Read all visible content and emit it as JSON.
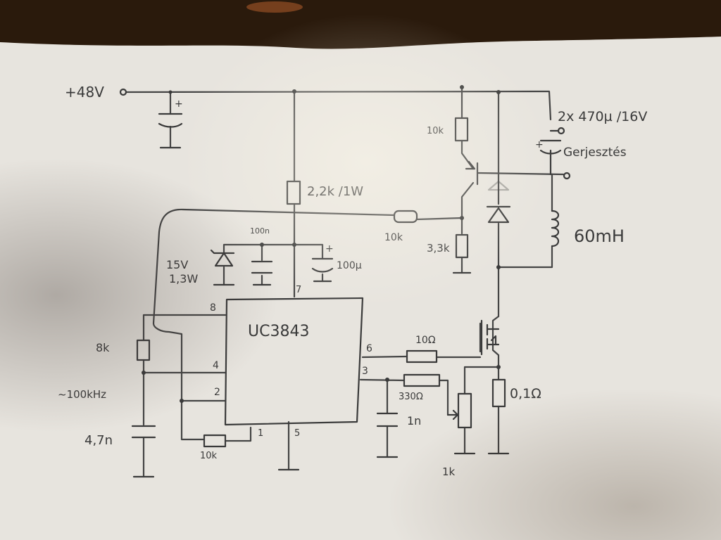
{
  "supply": {
    "label": "+48V"
  },
  "caps": {
    "label_2x470": "2x 470µ /16V",
    "label_100n": "100n",
    "label_100u": "100µ",
    "label_1n": "1n",
    "label_4n7": "4,7n"
  },
  "outputs": {
    "label_excitation": "Gerjesztés"
  },
  "inductor": {
    "label": "60mH"
  },
  "resistors": {
    "r_2k2": "2,2k /1W",
    "r_10k_top": "10k",
    "r_10k_fb": "10k",
    "r_3k3": "3,3k",
    "r_8k": "8k",
    "r_10k_bottom": "10k",
    "r_10ohm": "10Ω",
    "r_330ohm": "330Ω",
    "r_0_1ohm": "0,1Ω",
    "pot_1k": "1k"
  },
  "zener": {
    "voltage": "15V",
    "power": "1,3W"
  },
  "oscillator": {
    "freq": "~100kHz"
  },
  "ic": {
    "name": "UC3843",
    "pin8": "8",
    "pin7": "7",
    "pin4": "4",
    "pin2": "2",
    "pin1": "1",
    "pin5": "5",
    "pin6": "6",
    "pin3": "3"
  }
}
